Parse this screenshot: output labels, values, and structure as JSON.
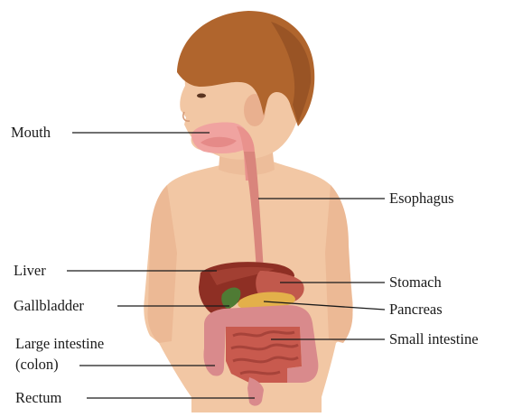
{
  "labels": {
    "mouth": "Mouth",
    "esophagus": "Esophagus",
    "liver": "Liver",
    "stomach": "Stomach",
    "gallbladder": "Gallbladder",
    "pancreas": "Pancreas",
    "large_intestine_line1": "Large intestine",
    "large_intestine_line2": "(colon)",
    "small_intestine": "Small intestine",
    "rectum": "Rectum"
  },
  "colors": {
    "skin": "#f2c7a4",
    "skin_shadow": "#e2a987",
    "hair": "#b0652d",
    "hair_dark": "#8b4a1f",
    "esophagus": "#d9857c",
    "mouth_cavity": "#f0a3a0",
    "liver": "#8e2f24",
    "stomach": "#c1594c",
    "gallbladder": "#4f7b34",
    "pancreas": "#e3b04a",
    "large_intestine": "#d98a8c",
    "small_intestine": "#c85a4e",
    "leader_line": "#1a1a1a"
  }
}
